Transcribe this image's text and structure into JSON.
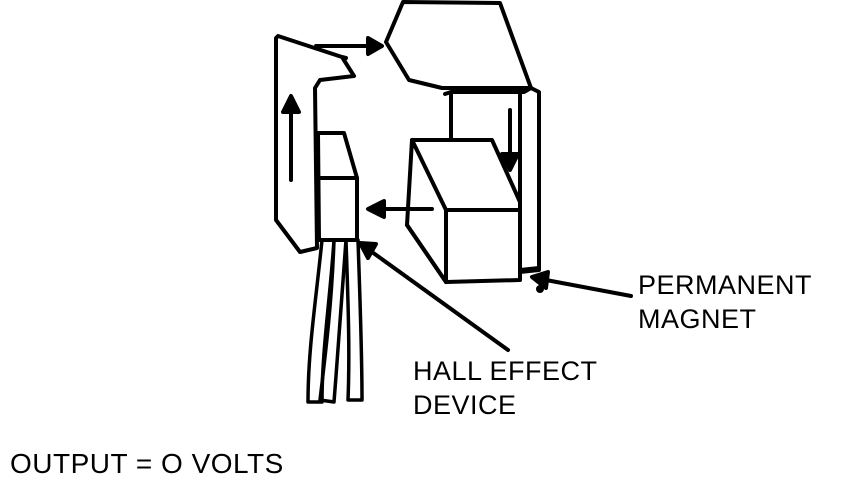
{
  "labels": {
    "permanent_magnet": [
      "PERMANENT",
      "MAGNET"
    ],
    "hall_effect_device": [
      "HALL EFFECT",
      "DEVICE"
    ],
    "output": "OUTPUT = O VOLTS"
  },
  "colors": {
    "ink": "#000000",
    "paper": "#ffffff"
  }
}
